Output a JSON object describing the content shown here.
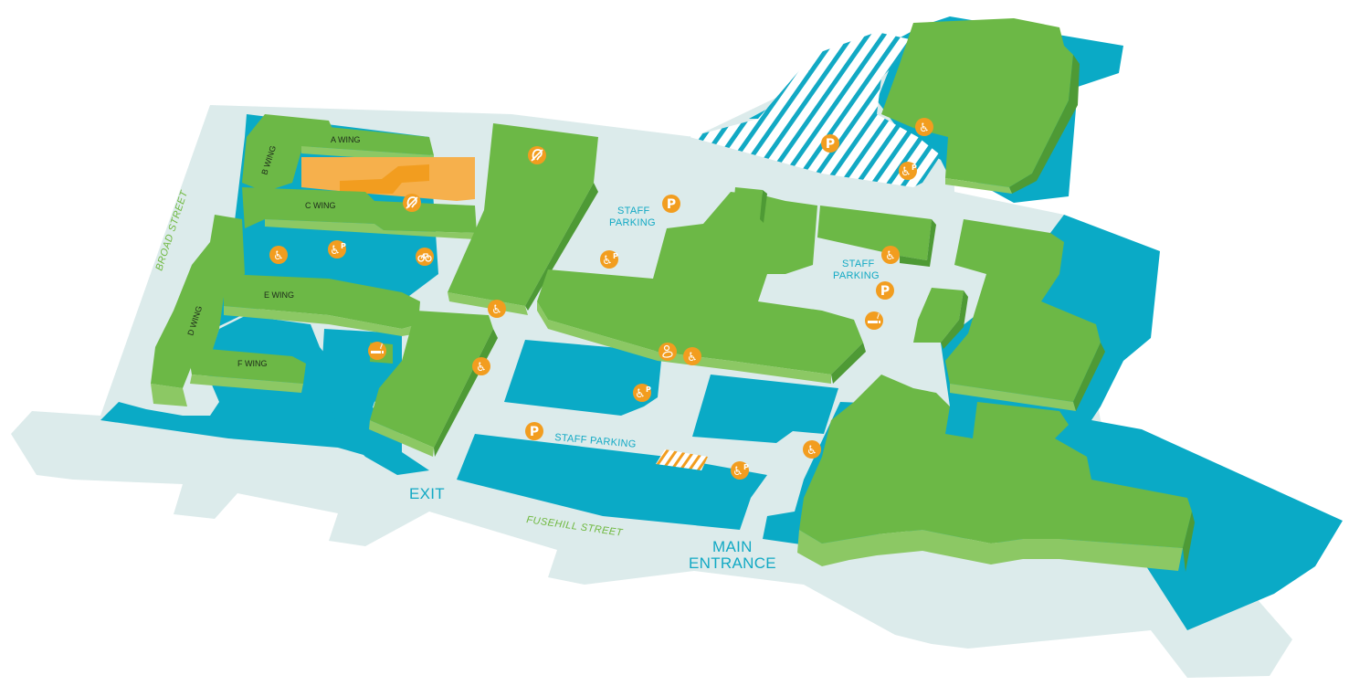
{
  "colors": {
    "road": "#dcebeb",
    "water": "#0aaac6",
    "building_top": "#6cb846",
    "building_side": "#4e9a35",
    "building_front": "#8cc864",
    "highlight": "#f6b04c",
    "highlight_dark": "#f29d1f",
    "icon": "#f29d1f",
    "label_blue": "#12a9c4",
    "label_green": "#6fb83f"
  },
  "wings": {
    "a": "A WING",
    "b": "B WING",
    "c": "C WING",
    "d": "D WING",
    "e": "E WING",
    "f": "F WING"
  },
  "streets": {
    "broad": "BROAD STREET",
    "fusehill": "FUSEHILL STREET"
  },
  "lots": {
    "staff_parking_line1": "STAFF",
    "staff_parking_line2": "PARKING",
    "staff_parking_full": "STAFF PARKING"
  },
  "entrances": {
    "exit": "EXIT",
    "main_line1": "MAIN",
    "main_line2": "ENTRANCE"
  },
  "icons": {
    "parking": "parking-icon",
    "accessible": "wheelchair-icon",
    "accessible_parking": "accessible-parking-icon",
    "hearing_loop": "hearing-loop-icon",
    "bicycle": "bicycle-icon",
    "smoking": "smoking-area-icon",
    "baby_change": "baby-change-icon",
    "parking_letter": "P",
    "wheelchair_glyph": "♿"
  }
}
